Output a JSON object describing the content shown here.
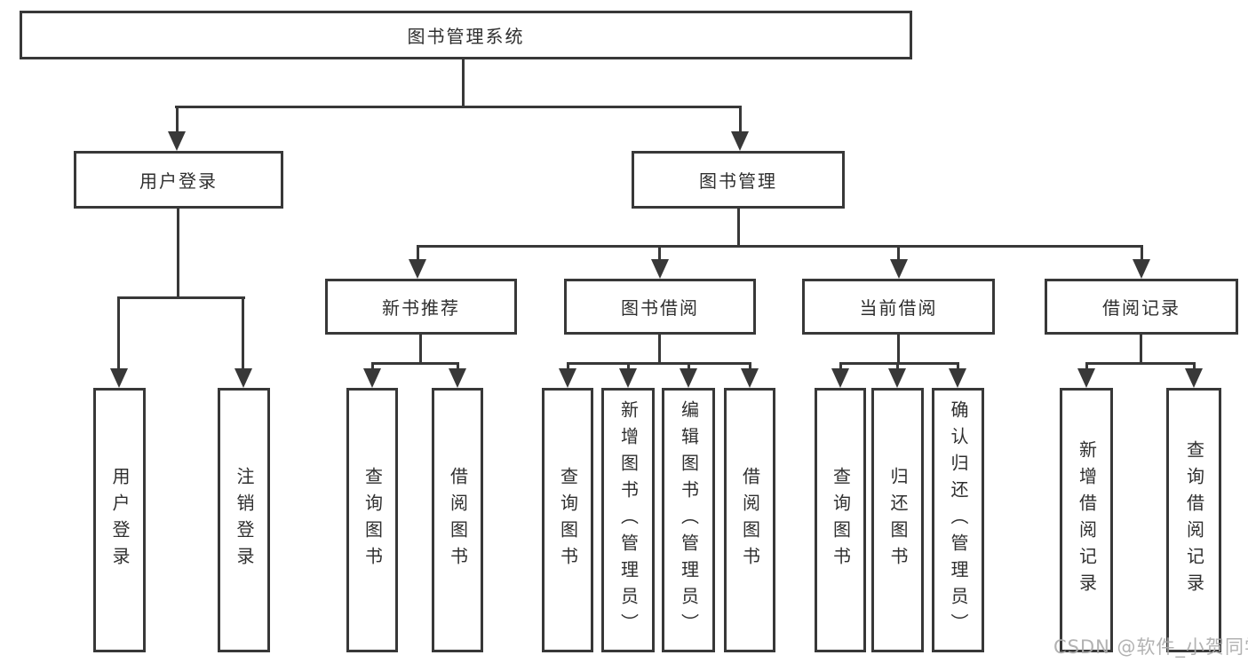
{
  "tree": {
    "label": "图书管理系统",
    "children": [
      {
        "label": "用户登录",
        "children": [
          {
            "label": "用户登录"
          },
          {
            "label": "注销登录"
          }
        ]
      },
      {
        "label": "图书管理",
        "children": [
          {
            "label": "新书推荐",
            "children": [
              {
                "label": "查询图书"
              },
              {
                "label": "借阅图书"
              }
            ]
          },
          {
            "label": "图书借阅",
            "children": [
              {
                "label": "查询图书"
              },
              {
                "label": "新增图书（管理员）"
              },
              {
                "label": "编辑图书（管理员）"
              },
              {
                "label": "借阅图书"
              }
            ]
          },
          {
            "label": "当前借阅",
            "children": [
              {
                "label": "查询图书"
              },
              {
                "label": "归还图书"
              },
              {
                "label": "确认归还（管理员）"
              }
            ]
          },
          {
            "label": "借阅记录",
            "children": [
              {
                "label": "新增借阅记录"
              },
              {
                "label": "查询借阅记录"
              }
            ]
          }
        ]
      }
    ]
  },
  "watermark": {
    "text": "CSDN @软件_小贺同学"
  },
  "colors": {
    "line": "#383838",
    "box_border": "#383838",
    "text": "#2f2f2f",
    "watermark": "#acacac",
    "background": "#ffffff"
  }
}
